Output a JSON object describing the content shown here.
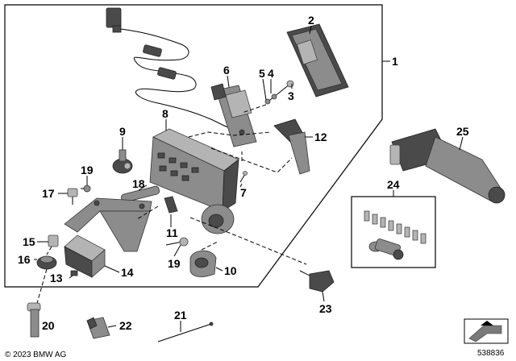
{
  "labels": {
    "p1": "1",
    "p2": "2",
    "p3": "3",
    "p4": "4",
    "p5": "5",
    "p6": "6",
    "p7": "7",
    "p8": "8",
    "p9": "9",
    "p10": "10",
    "p11": "11",
    "p12": "12",
    "p13": "13",
    "p14": "14",
    "p15": "15",
    "p16": "16",
    "p17": "17",
    "p18": "18",
    "p19a": "19",
    "p19b": "19",
    "p20": "20",
    "p21": "21",
    "p22": "22",
    "p23": "23",
    "p24": "24",
    "p25": "25"
  },
  "footer": {
    "copyright": "© 2023 BMW AG",
    "diagram_number": "538836"
  }
}
